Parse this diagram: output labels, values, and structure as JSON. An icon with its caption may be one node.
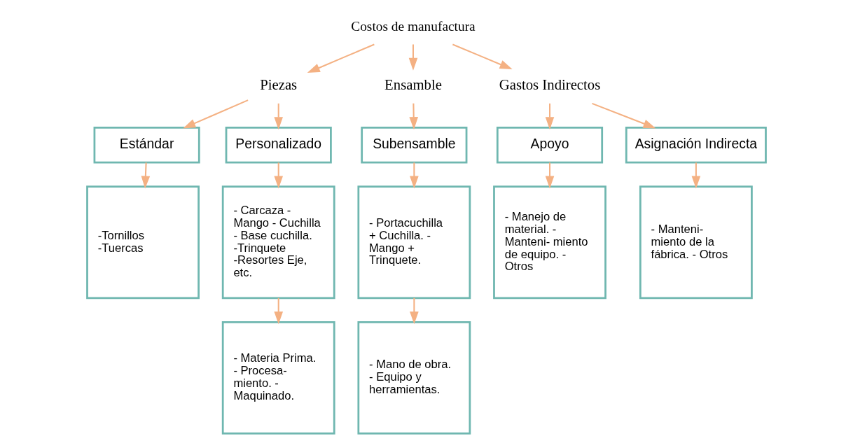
{
  "diagram": {
    "nodes": [
      {
        "text": [
          "Costos de manufactura"
        ]
      },
      {
        "text": [
          "Piezas"
        ]
      },
      {
        "text": [
          "Ensamble"
        ]
      },
      {
        "text": [
          "Gastos Indirectos"
        ]
      },
      {
        "text": [
          "Estándar"
        ]
      },
      {
        "text": [
          "Personalizado"
        ]
      },
      {
        "text": [
          "Subensamble"
        ]
      },
      {
        "text": [
          "Apoyo"
        ]
      },
      {
        "text": [
          "Asignación Indirecta"
        ]
      },
      {
        "text": [
          "-Tornillos -Tuercas"
        ]
      },
      {
        "text": [
          "- Carcaza - Mango - Cuchilla - Base cuchilla. -Trinquete -Resortes Eje, etc."
        ]
      },
      {
        "text": [
          "- Portacuchilla + Cuchilla. - Mango + Trinquete."
        ]
      },
      {
        "text": [
          "- Manejo de material. - Manteni- miento de equipo. - Otros"
        ]
      },
      {
        "text": [
          "- Manteni- miento de la fábrica. - Otros"
        ]
      },
      {
        "text": [
          "- Materia Prima. - Procesa- miento. - Maquinado."
        ]
      },
      {
        "text": [
          "- Mano de obra. - Equipo y herramientas."
        ]
      }
    ],
    "edges": [
      {
        "from": 0,
        "to": 1,
        "arrow": "to"
      },
      {
        "from": 0,
        "to": 2,
        "arrow": "to"
      },
      {
        "from": 0,
        "to": 3,
        "arrow": "to"
      },
      {
        "from": 1,
        "to": 4,
        "arrow": "to"
      },
      {
        "from": 1,
        "to": 5,
        "arrow": "to"
      },
      {
        "from": 2,
        "to": 6,
        "arrow": "to"
      },
      {
        "from": 3,
        "to": 7,
        "arrow": "to"
      },
      {
        "from": 3,
        "to": 8,
        "arrow": "to"
      },
      {
        "from": 4,
        "to": 9,
        "arrow": "to"
      },
      {
        "from": 5,
        "to": 10,
        "arrow": "to"
      },
      {
        "from": 10,
        "to": 14,
        "arrow": "to"
      },
      {
        "from": 6,
        "to": 11,
        "arrow": "to"
      },
      {
        "from": 11,
        "to": 15,
        "arrow": "to"
      },
      {
        "from": 7,
        "to": 12,
        "arrow": "to"
      },
      {
        "from": 8,
        "to": 13,
        "arrow": "to"
      }
    ]
  }
}
